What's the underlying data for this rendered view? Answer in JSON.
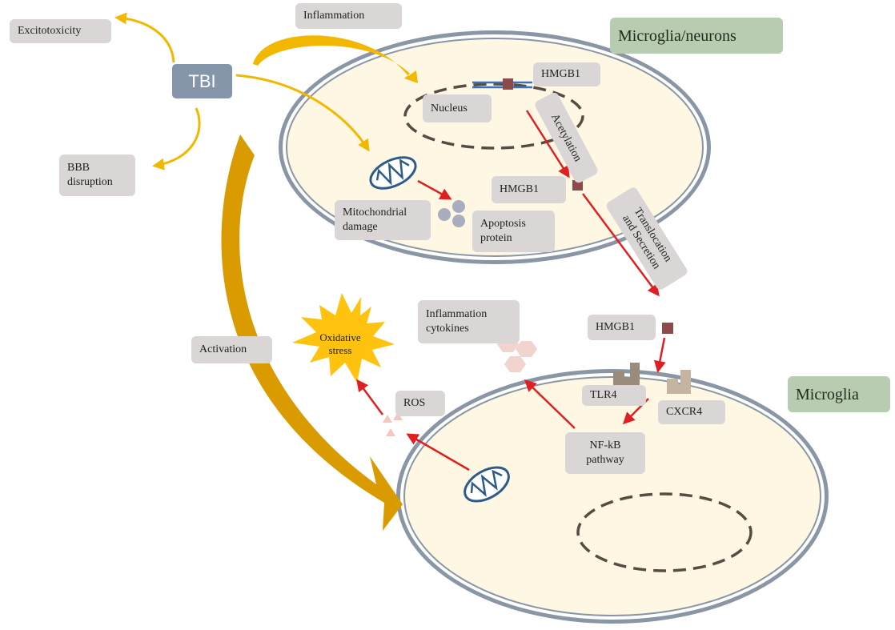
{
  "cells": {
    "top_title": "Microglia/neurons",
    "bottom_title": "Microglia"
  },
  "labels": {
    "tbi": "TBI",
    "excitotoxicity": "Excitotoxicity",
    "inflammation": "Inflammation",
    "bbb_disruption": "BBB\ndisruption",
    "activation": "Activation",
    "nucleus": "Nucleus",
    "hmgb1_nucleus": "HMGB1",
    "acetylation": "Acetylation",
    "hmgb1_cytoplasm": "HMGB1",
    "translocation": "Translocation\nand Secretion",
    "mitochondrial_damage": "Mitochondrial\ndamage",
    "apoptosis_protein": "Apoptosis\nprotein",
    "hmgb1_extracellular": "HMGB1",
    "tlr4": "TLR4",
    "cxcr4": "CXCR4",
    "nfkb": "NF-kB\npathway",
    "ros": "ROS",
    "inflammation_cytokines": "Inflammation\ncytokines",
    "oxidative_stress": "Oxidative\nstress"
  },
  "colors": {
    "cell_fill": "#fdf7e3",
    "membrane": "#8a95a6",
    "arrow_red": "#e02020",
    "arrow_gold": "#f2b800",
    "hmgb1_square": "#8c4a4a",
    "tbi_box": "#8596ab",
    "title_box": "#b7ccb1",
    "label_box": "#d9d6d5",
    "burst": "#ffc20e",
    "mito": "#2e5b8a"
  }
}
